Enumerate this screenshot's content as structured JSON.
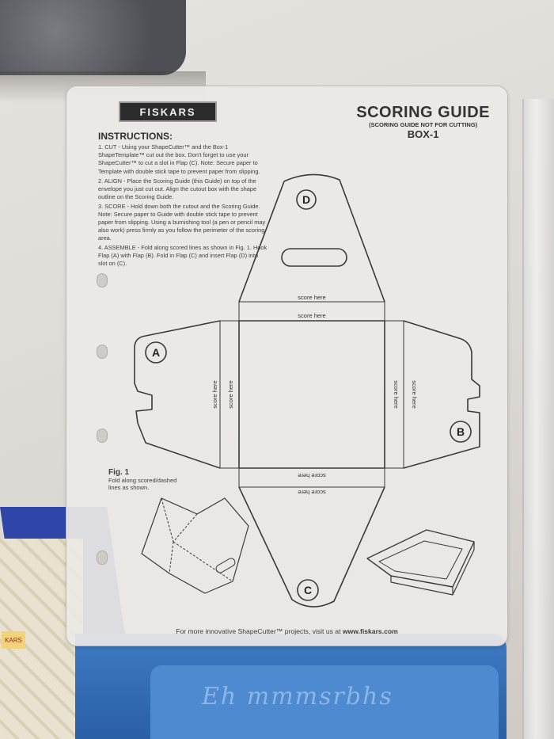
{
  "template": {
    "brand": "FISKARS",
    "title": "SCORING GUIDE",
    "subtitle": "(SCORING GUIDE NOT FOR CUTTING)",
    "model": "BOX-1",
    "instructions_heading": "INSTRUCTIONS:",
    "steps": [
      "1. CUT - Using your ShapeCutter™ and the Box-1 ShapeTemplate™ cut out the box. Don't forget to use your ShapeCutter™ to cut a slot in Flap (C). Note: Secure paper to Template with double stick tape to prevent paper from slipping.",
      "2. ALIGN - Place the Scoring Guide (this Guide) on top of the envelope you just cut out. Align the cutout box with the shape outline on the Scoring Guide.",
      "3. SCORE - Hold down both the cutout and the Scoring Guide. Note: Secure paper to Guide with double stick tape to prevent paper from slipping. Using a burnishing tool (a pen or pencil may also work) press firmly as you follow the perimeter of the scoring area.",
      "4. ASSEMBLE - Fold along scored lines as shown in Fig. 1. Hook Flap (A) with Flap (B). Fold in Flap (C) and insert Flap (D) into slot on (C)."
    ],
    "flap_labels": [
      "A",
      "B",
      "C",
      "D"
    ],
    "score_label": "score here",
    "fig_title": "Fig. 1",
    "fig_caption": "Fold along scored/dashed lines as shown.",
    "footer_text": "For more innovative ShapeCutter™ projects, visit us at",
    "footer_url": "www.fiskars.com"
  },
  "background": {
    "mat_script": "Eh mmmsrbhs"
  },
  "colors": {
    "line": "#3a3a3a",
    "plastic": "#ebe9e6",
    "mat_blue": "#3f7bc4",
    "logo_bg": "#2c2c2c"
  }
}
